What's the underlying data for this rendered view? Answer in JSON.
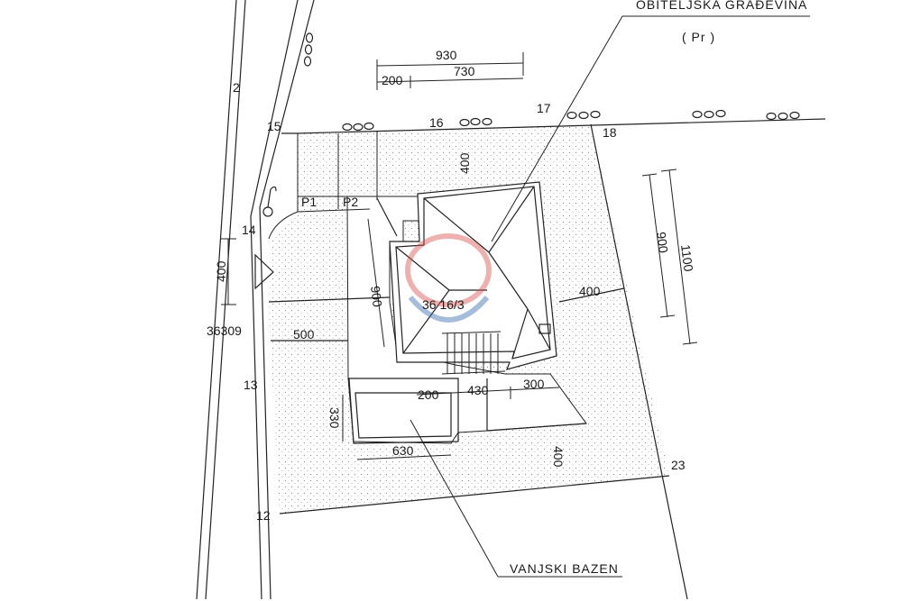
{
  "annotations": {
    "building_label": "OBITELJSKA GRAĐEVINA",
    "building_floor": "( Pr )",
    "pool_label": "VANJSKI BAZEN",
    "parcel_number": "36309",
    "parking_1": "P1",
    "parking_2": "P2",
    "house_plot_code": "36 16/3"
  },
  "point_numbers": {
    "p2": "2",
    "p12": "12",
    "p13": "13",
    "p14": "14",
    "p15": "15",
    "p16": "16",
    "p17": "17",
    "p18": "18",
    "p23": "23"
  },
  "dimensions": {
    "top_total": "930",
    "top_left": "200",
    "top_right": "730",
    "front_setback": "400",
    "entry_width": "400",
    "side_500": "500",
    "house_width": "900",
    "right_900": "900",
    "right_1100": "1100",
    "right_setback": "400",
    "pool_width": "330",
    "pool_length": "630",
    "gap_200": "200",
    "gap_430": "430",
    "gap_300": "300",
    "rear_setback": "400"
  },
  "colors": {
    "line": "#222222",
    "speckle": "#8a8a8a",
    "watermark_red": "#d9534f",
    "watermark_blue": "#3a6fb0"
  }
}
